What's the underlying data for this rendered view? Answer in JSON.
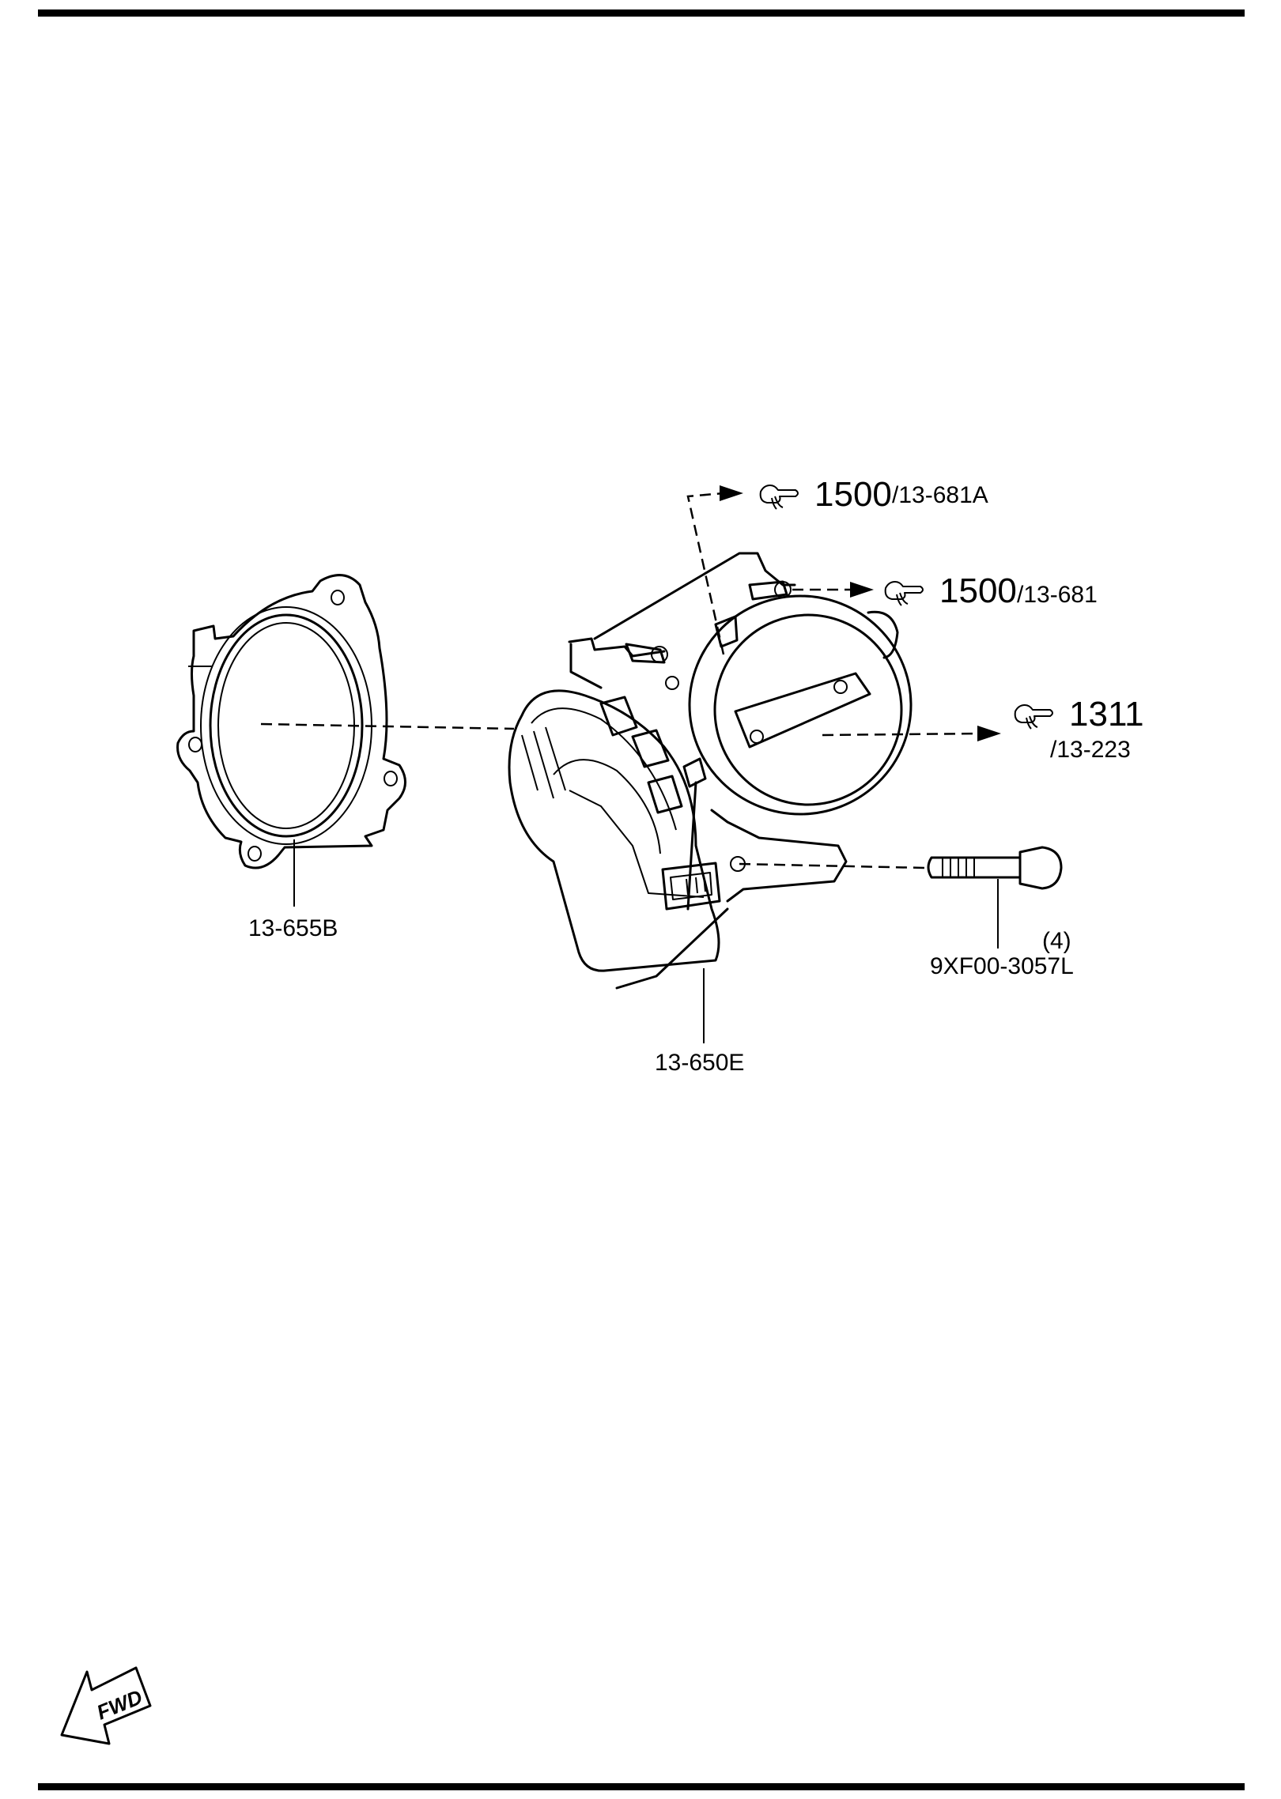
{
  "parts": {
    "gasket": "13-655B",
    "throttle_body": "13-650E",
    "bolt": "9XF00-3057L",
    "bolt_qty": "(4)"
  },
  "references": [
    {
      "page": "1500",
      "code": "/13-681A"
    },
    {
      "page": "1500",
      "code": "/13-681"
    },
    {
      "page": "1311",
      "code": "/13-223"
    }
  ],
  "direction_badge": "FWD",
  "icons": [
    "pointing-hand-icon",
    "fwd-arrow-icon"
  ]
}
